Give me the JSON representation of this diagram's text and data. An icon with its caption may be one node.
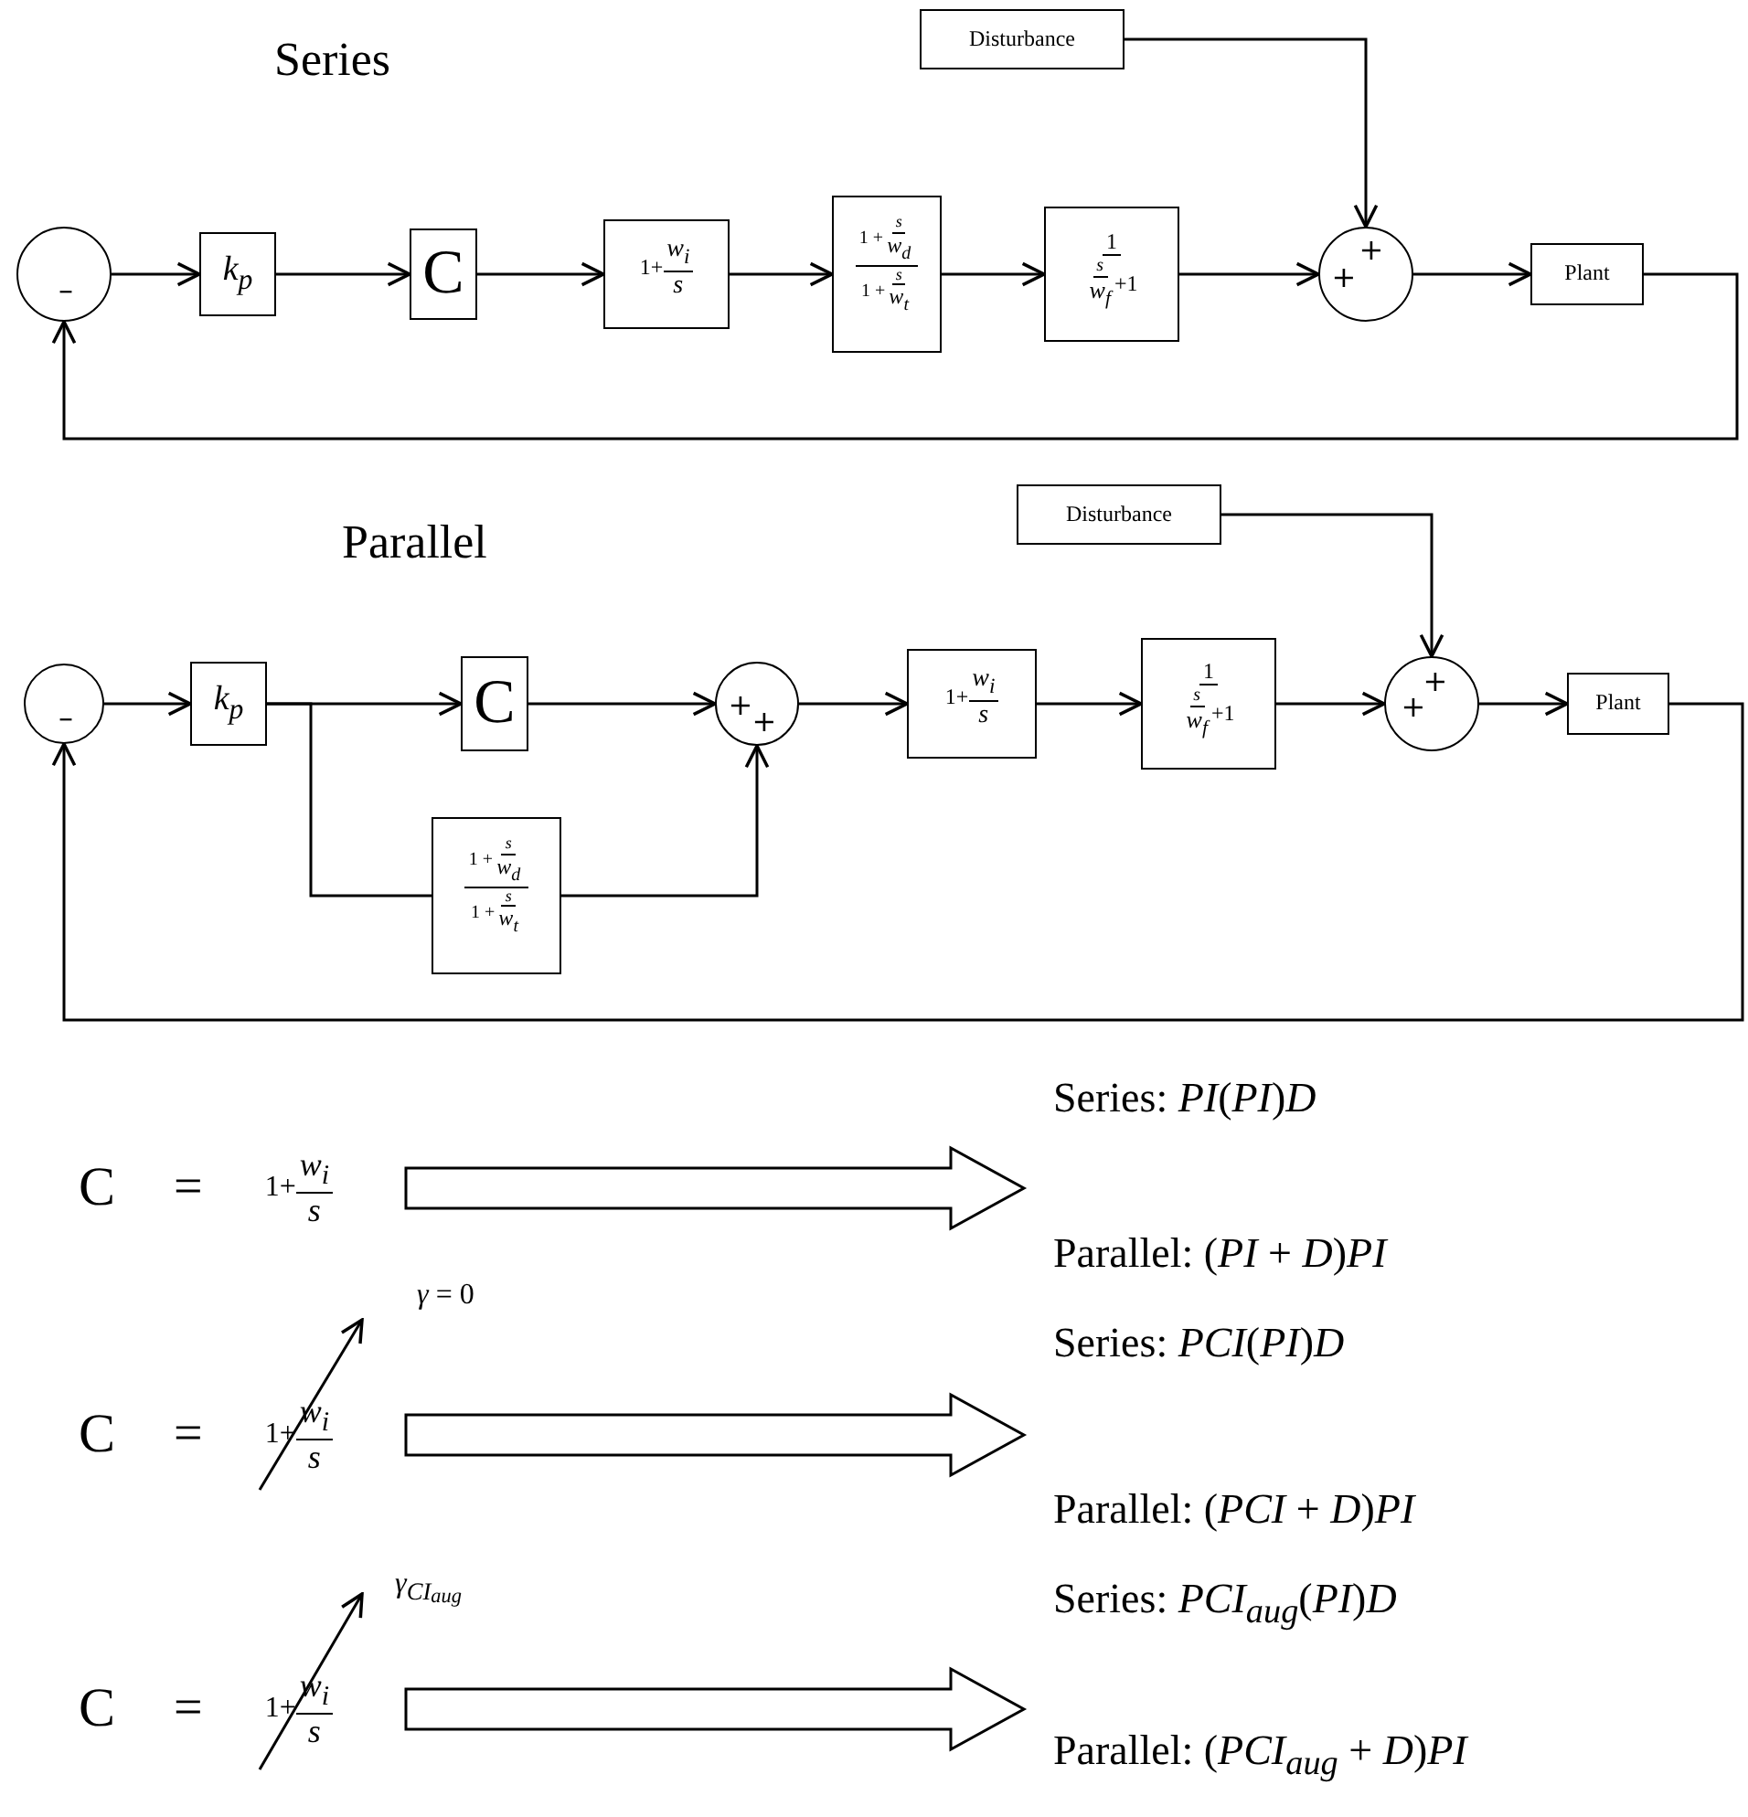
{
  "diagram": {
    "nodes": [
      {
        "text": [
          "–"
        ]
      },
      {
        "text": [
          "k$_{p}$"
        ]
      },
      {
        "text": [
          "C"
        ]
      },
      {
        "text": [
          "1+",
          "w$_{i}$",
          "s"
        ]
      },
      {
        "text": [
          "1 +",
          "s",
          "w$_{d}$",
          "1 +",
          "s",
          "w$_{t}$"
        ]
      },
      {
        "text": [
          "1",
          "s",
          "w$_{f}$",
          "+1"
        ]
      },
      {
        "text": [
          "+",
          "+"
        ]
      },
      {
        "text": [
          "Plant"
        ]
      },
      {
        "text": [
          "Disturbance"
        ]
      },
      {
        "text": [
          "–"
        ]
      },
      {
        "text": [
          "k$_{p}$"
        ]
      },
      {
        "text": [
          "C"
        ]
      },
      {
        "text": [
          "+",
          "+"
        ]
      },
      {
        "text": [
          "1+",
          "w$_{i}$",
          "s"
        ]
      },
      {
        "text": [
          "1",
          "s",
          "w$_{f}$",
          "+1"
        ]
      },
      {
        "text": [
          "+",
          "+"
        ]
      },
      {
        "text": [
          "Plant"
        ]
      },
      {
        "text": [
          "Disturbance"
        ]
      },
      {
        "text": [
          "1 +",
          "s",
          "w$_{d}$",
          "1 +",
          "s",
          "w$_{t}$"
        ]
      },
      {
        "text": [
          "C",
          "=",
          "1+",
          "w$_{i}$",
          "s"
        ]
      },
      {
        "text": [
          "Series: *PI*(*PI*)*D*",
          "Parallel: (*PI* + *D*)*PI*"
        ]
      },
      {
        "text": [
          "C",
          "=",
          "1+",
          "w$_{i}$",
          "s"
        ]
      },
      {
        "text": [
          "Series: *PCI*(*PI*)*D*",
          "Parallel: (*PCI* + *D*)*PI*"
        ]
      },
      {
        "text": [
          "C",
          "=",
          "1+",
          "w$_{i}$",
          "s"
        ]
      },
      {
        "text": [
          "Series: *PCI*$_{aug}$(*PI*)*D*",
          "Parallel: (*PCI*$_{aug}$ + *D*)*PI*"
        ]
      }
    ],
    "edges": [
      {
        "from": 0,
        "to": 1,
        "arrow": "to"
      },
      {
        "from": 1,
        "to": 2,
        "arrow": "to"
      },
      {
        "from": 2,
        "to": 3,
        "arrow": "to"
      },
      {
        "from": 3,
        "to": 4,
        "arrow": "to"
      },
      {
        "from": 4,
        "to": 5,
        "arrow": "to"
      },
      {
        "from": 5,
        "to": 6,
        "arrow": "to"
      },
      {
        "from": 8,
        "to": 6,
        "arrow": "to"
      },
      {
        "from": 6,
        "to": 7,
        "arrow": "to"
      },
      {
        "from": 7,
        "to": 0,
        "arrow": "to"
      },
      {
        "from": 9,
        "to": 10,
        "arrow": "to"
      },
      {
        "from": 10,
        "to": 11,
        "arrow": "to"
      },
      {
        "from": 10,
        "to": 18,
        "arrow": "none"
      },
      {
        "from": 11,
        "to": 12,
        "arrow": "to"
      },
      {
        "from": 18,
        "to": 12,
        "arrow": "to"
      },
      {
        "from": 12,
        "to": 13,
        "arrow": "to"
      },
      {
        "from": 13,
        "to": 14,
        "arrow": "to"
      },
      {
        "from": 14,
        "to": 15,
        "arrow": "to"
      },
      {
        "from": 17,
        "to": 15,
        "arrow": "to"
      },
      {
        "from": 15,
        "to": 16,
        "arrow": "to"
      },
      {
        "from": 16,
        "to": 9,
        "arrow": "to"
      },
      {
        "from": 19,
        "to": 20,
        "arrow": "to",
        "style": "thick"
      },
      {
        "from": 21,
        "to": 22,
        "arrow": "to",
        "style": "thick"
      },
      {
        "from": 23,
        "to": 24,
        "arrow": "to",
        "style": "thick"
      }
    ],
    "labels": [
      "Series",
      "Parallel",
      "*γ* = 0",
      "*γ*$_{CI}$$_{aug}$"
    ]
  }
}
